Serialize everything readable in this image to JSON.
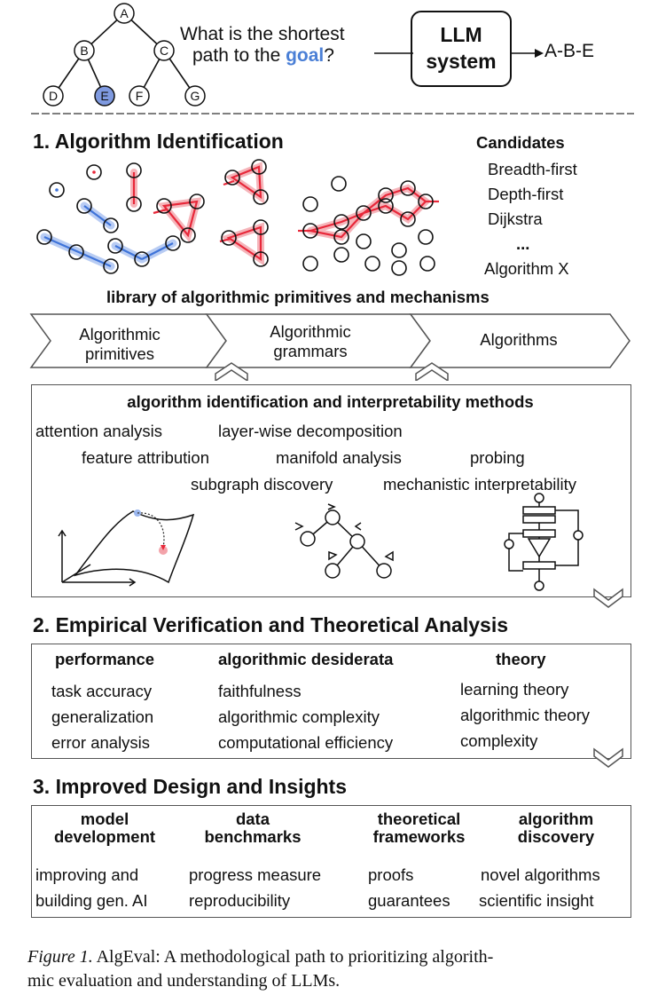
{
  "header": {
    "tree_nodes": [
      "A",
      "B",
      "C",
      "D",
      "E",
      "F",
      "G"
    ],
    "question_line1": "What is the shortest",
    "question_line2_pre": "path to the ",
    "question_goal": "goal",
    "question_line2_post": "?",
    "system_line1": "LLM",
    "system_line2": "system",
    "answer": "A-B-E"
  },
  "section1": {
    "title": "1.  Algorithm Identification",
    "candidates_title": "Candidates",
    "candidates": [
      "Breadth-first",
      "Depth-first",
      "Dijkstra",
      "...",
      "Algorithm X"
    ],
    "library_label": "library of algorithmic primitives and mechanisms",
    "arrows": [
      {
        "line1": "Algorithmic",
        "line2": "primitives"
      },
      {
        "line1": "Algorithmic",
        "line2": "grammars"
      },
      {
        "line1": "Algorithms",
        "line2": ""
      }
    ],
    "methods_title": "algorithm identification and interpretability methods",
    "methods_row1": [
      "attention analysis",
      "layer-wise decomposition"
    ],
    "methods_row2": [
      "feature attribution",
      "manifold analysis",
      "probing"
    ],
    "methods_row3": [
      "subgraph discovery",
      "mechanistic interpretability"
    ]
  },
  "section2": {
    "title": "2. Empirical Verification and Theoretical Analysis",
    "columns": [
      {
        "title": "performance",
        "items": [
          "task accuracy",
          "generalization",
          "error analysis"
        ]
      },
      {
        "title": "algorithmic desiderata",
        "items": [
          "faithfulness",
          "algorithmic complexity",
          "computational efficiency"
        ]
      },
      {
        "title": "theory",
        "items": [
          "learning theory",
          "algorithmic theory",
          "complexity"
        ]
      }
    ]
  },
  "section3": {
    "title": "3.  Improved Design and Insights",
    "columns": [
      {
        "title1": "model",
        "title2": "development",
        "items": [
          "improving and",
          "building gen. AI"
        ]
      },
      {
        "title1": "data",
        "title2": "benchmarks",
        "items": [
          "progress measure",
          "reproducibility"
        ]
      },
      {
        "title1": "theoretical",
        "title2": "frameworks",
        "items": [
          "proofs",
          "guarantees"
        ]
      },
      {
        "title1": "algorithm",
        "title2": "discovery",
        "items": [
          "novel algorithms",
          "scientific insight"
        ]
      }
    ]
  },
  "caption": {
    "label": "Figure 1.",
    "text_line1": " AlgEval: A methodological path to prioritizing algorith-",
    "text_line2": "mic evaluation and understanding of LLMs."
  },
  "colors": {
    "goal": "#4a7fd6",
    "highlight_node": "#7f9ae0",
    "red": "#e8283a",
    "blue": "#3f74d9"
  }
}
